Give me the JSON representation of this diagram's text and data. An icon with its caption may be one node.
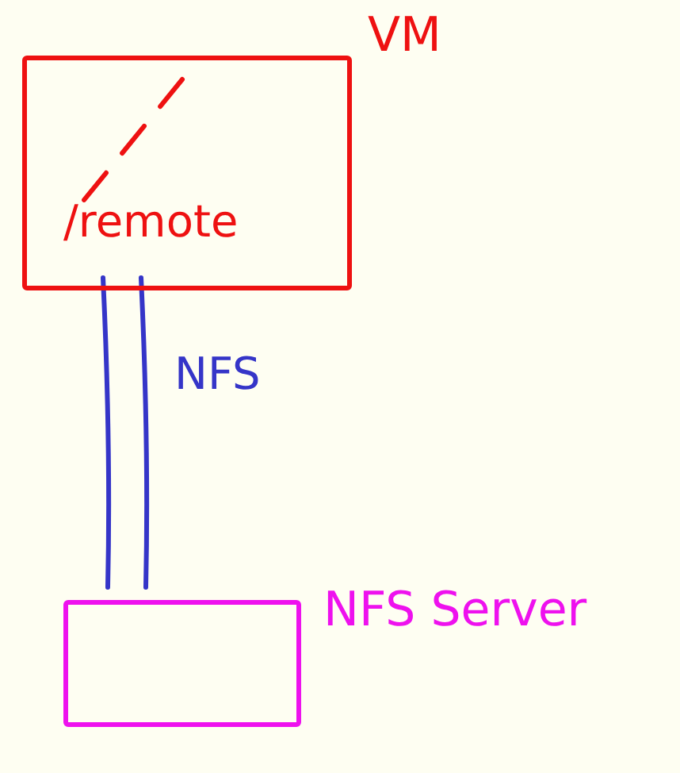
{
  "diagram": {
    "nodes": [
      {
        "text": [
          "VM",
          "/remote"
        ]
      },
      {
        "text": [
          "NFS Server"
        ]
      }
    ],
    "edges": [
      {
        "from": 0,
        "to": 1,
        "arrow": "none",
        "label": "NFS",
        "color": "#3535c8"
      }
    ]
  }
}
